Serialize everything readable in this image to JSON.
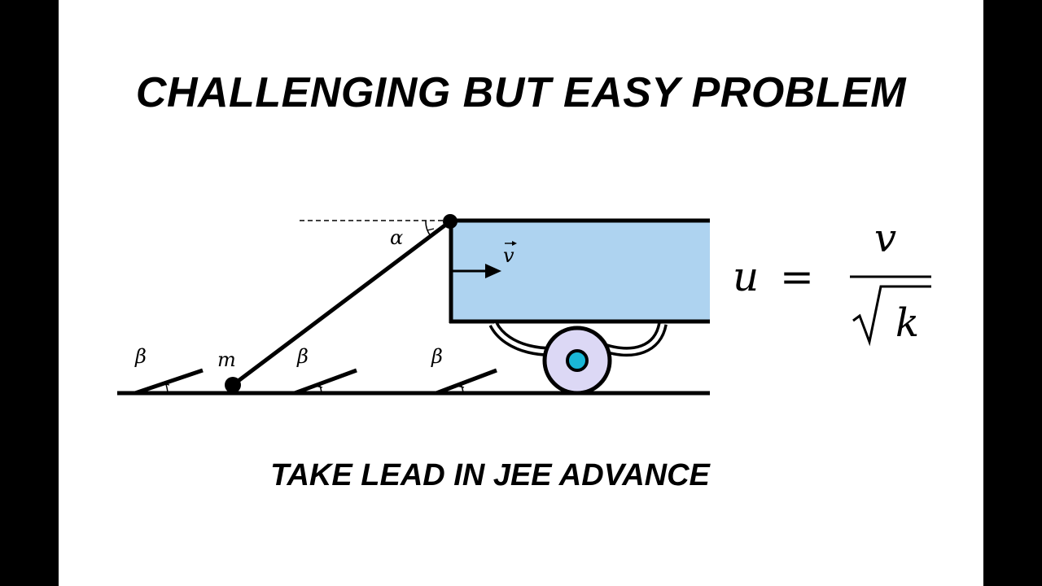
{
  "title": "CHALLENGING BUT EASY PROBLEM",
  "subtitle": "TAKE LEAD IN JEE ADVANCE",
  "labels": {
    "alpha": "α",
    "beta": "β",
    "mass": "m",
    "velocity": "v"
  },
  "formula": {
    "lhs": "u",
    "equals": "=",
    "numerator": "v",
    "radicand": "k"
  },
  "colors": {
    "cart_body": "#aed3f0",
    "wheel": "#dcd8f5",
    "hub": "#1ab7d6",
    "frame": "#000000",
    "background": "#ffffff"
  }
}
